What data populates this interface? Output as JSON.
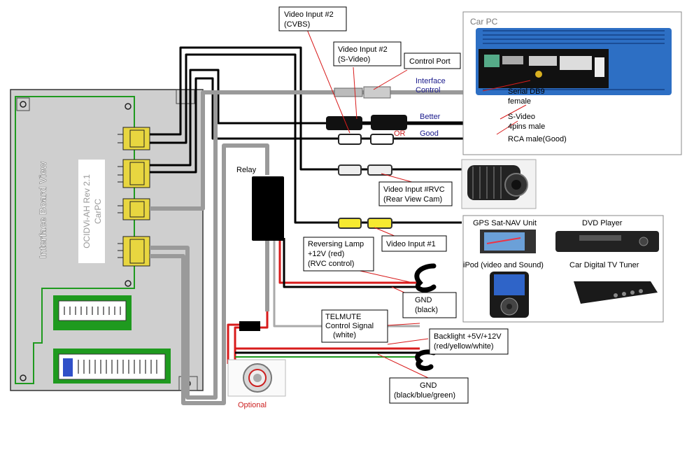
{
  "board": {
    "title": "Interface Board View",
    "name": "OCIDVi-AH Rev 2.1",
    "subname": "CarPC"
  },
  "labels": {
    "video_input_2_cvbs": [
      "Video Input #2",
      "(CVBS)"
    ],
    "video_input_2_svideo": [
      "Video Input #2",
      "(S-Video)"
    ],
    "control_port": "Control Port",
    "car_pc": "Car PC",
    "interface_control": [
      "Interface",
      "Control"
    ],
    "serial": [
      "Serial DB9",
      "female"
    ],
    "better": "Better",
    "or": "OR",
    "good": "Good",
    "svideo": [
      "S-Video",
      "4pins male"
    ],
    "rca": "RCA male(Good)",
    "relay": "Relay",
    "video_input_rvc": [
      "Video Input #RVC",
      "(Rear View Cam)"
    ],
    "video_input_1": "Video Input #1",
    "reversing_lamp": [
      "Reversing Lamp",
      "+12V (red)",
      "(RVC control)"
    ],
    "gnd_black": [
      "GND",
      "(black)"
    ],
    "telmute": [
      "TELMUTE",
      "Control Signal",
      "(white)"
    ],
    "backlight": [
      "Backlight +5V/+12V",
      "(red/yellow/white)"
    ],
    "gnd_multi": [
      "GND",
      "(black/blue/green)"
    ],
    "optional": "Optional"
  },
  "devices": {
    "gps": "GPS Sat-NAV Unit",
    "dvd": "DVD Player",
    "ipod": "iPod (video and Sound)",
    "tv": "Car Digital TV Tuner"
  },
  "colors": {
    "board": "#cfcfcf",
    "trace_green": "#1f9a1f",
    "connector_yellow": "#e8d640",
    "wire_gray": "#9a9a9a",
    "wire_red": "#d81b1b",
    "carpc_blue": "#2d6fc4"
  }
}
